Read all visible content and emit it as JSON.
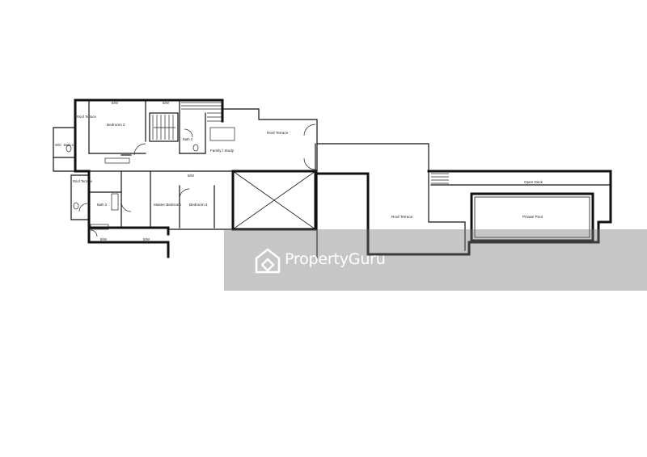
{
  "plan": {
    "rooms": {
      "roof_terrace_left": "Roof Terrace",
      "bedroom_2": "Bedroom 2",
      "wc": "W/C",
      "bath_1": "Bath 1",
      "bath_2": "Bath 2",
      "bath_3": "Bath 3",
      "family_study": "Family / Study",
      "roof_terrace_top": "Roof Terrace",
      "roof_terrace_lower": "Roof Terrace",
      "master_bedroom": "Master Bedroom",
      "bedroom_3": "Bedroom 3",
      "roof_terrace_main": "Roof Terrace",
      "open_deck": "Open Deck",
      "private_pool": "Private Pool"
    },
    "wardrobe_label": "B/W",
    "wardrobe_labels": [
      "B/W",
      "B/W",
      "B/W",
      "B/W",
      "B/W"
    ]
  },
  "watermark": {
    "brand": "PropertyGuru",
    "logo_icon": "propertyguru-house-logo"
  }
}
